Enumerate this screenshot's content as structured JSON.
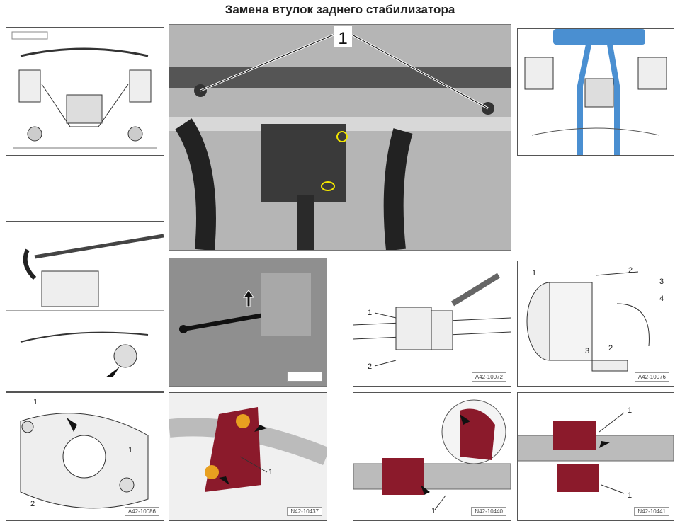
{
  "title": "Замена втулок заднего стабилизатора",
  "panels": {
    "overview_left": {},
    "main_photo": {
      "callout": "1"
    },
    "exhaust_view": {},
    "removal_view": {},
    "photo_link": {
      "ref": ""
    },
    "bushing_side": {
      "callouts": [
        "1",
        "2"
      ],
      "ref": "A42-10072"
    },
    "bushing_exploded": {
      "callouts": [
        "1",
        "2",
        "3",
        "4",
        "3",
        "2"
      ],
      "ref": "A42-10076"
    },
    "bracket_view": {
      "callouts": [
        "1",
        "1",
        "2"
      ],
      "ref": "A42-10086"
    },
    "red_bracket": {
      "callout": "1",
      "ref": "N42-10437"
    },
    "red_bushing_zoom": {
      "callout": "1",
      "ref": "N42-10440"
    },
    "red_bushing_pair": {
      "callouts": [
        "1",
        "1"
      ],
      "ref": "N42-10441"
    }
  },
  "colors": {
    "accent_red": "#8b1a2b",
    "exhaust_blue": "#4a8fd1",
    "bolt_orange": "#e8a020",
    "marker_yellow": "#f2e600"
  }
}
